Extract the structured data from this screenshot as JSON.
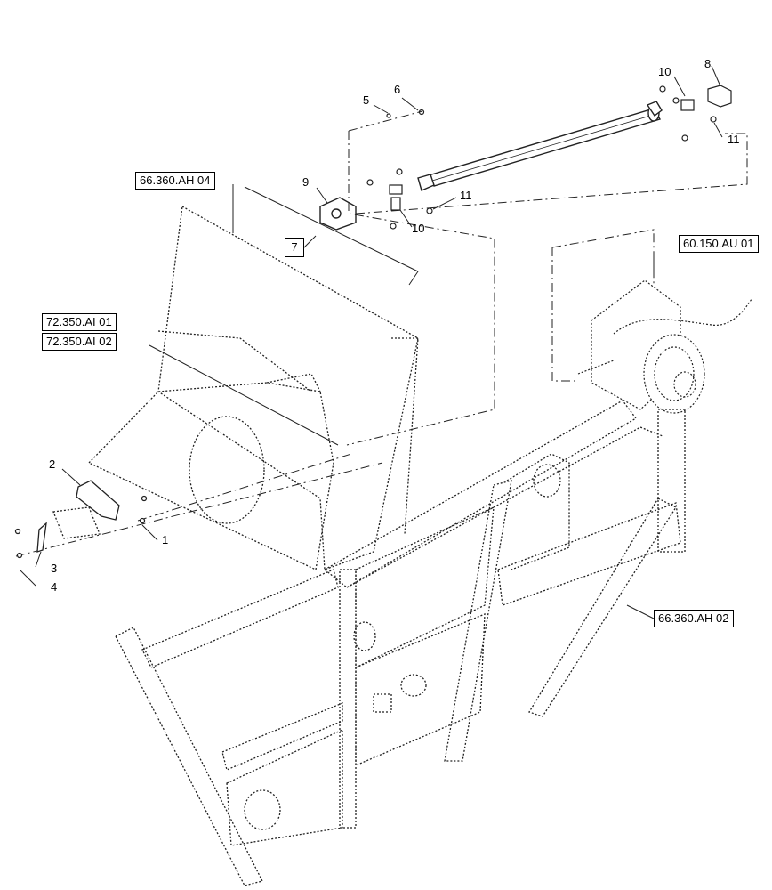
{
  "references": {
    "ref_66360AH04": "66.360.AH 04",
    "ref_72350AI01": "72.350.AI 01",
    "ref_72350AI02": "72.350.AI 02",
    "ref_60150AU01": "60.150.AU 01",
    "ref_66360AH02": "66.360.AH 02"
  },
  "callouts": {
    "c1": "1",
    "c2": "2",
    "c3": "3",
    "c4": "4",
    "c5": "5",
    "c6": "6",
    "c7": "7",
    "c8": "8",
    "c9": "9",
    "c10a": "10",
    "c10b": "10",
    "c11a": "11",
    "c11b": "11"
  },
  "colors": {
    "line": "#222222",
    "background": "#ffffff"
  }
}
